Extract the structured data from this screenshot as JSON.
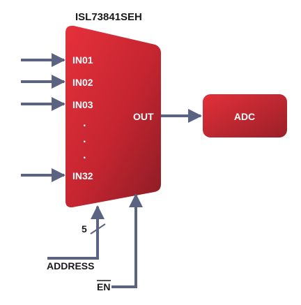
{
  "diagram": {
    "part_number": "ISL73841SEH",
    "inputs": [
      "IN01",
      "IN02",
      "IN03",
      "IN32"
    ],
    "ellipsis_dots": [
      ".",
      ".",
      "."
    ],
    "output_label": "OUT",
    "adc_label": "ADC",
    "bus_width": "5",
    "address_label": "ADDRESS",
    "enable_label": "EN"
  },
  "colors": {
    "mux_fill_light": "#df2b36",
    "mux_fill_dark": "#8e1d26",
    "arrow": "#5b6383",
    "text_dark": "#1a1a1a",
    "text_light": "#ffffff"
  }
}
